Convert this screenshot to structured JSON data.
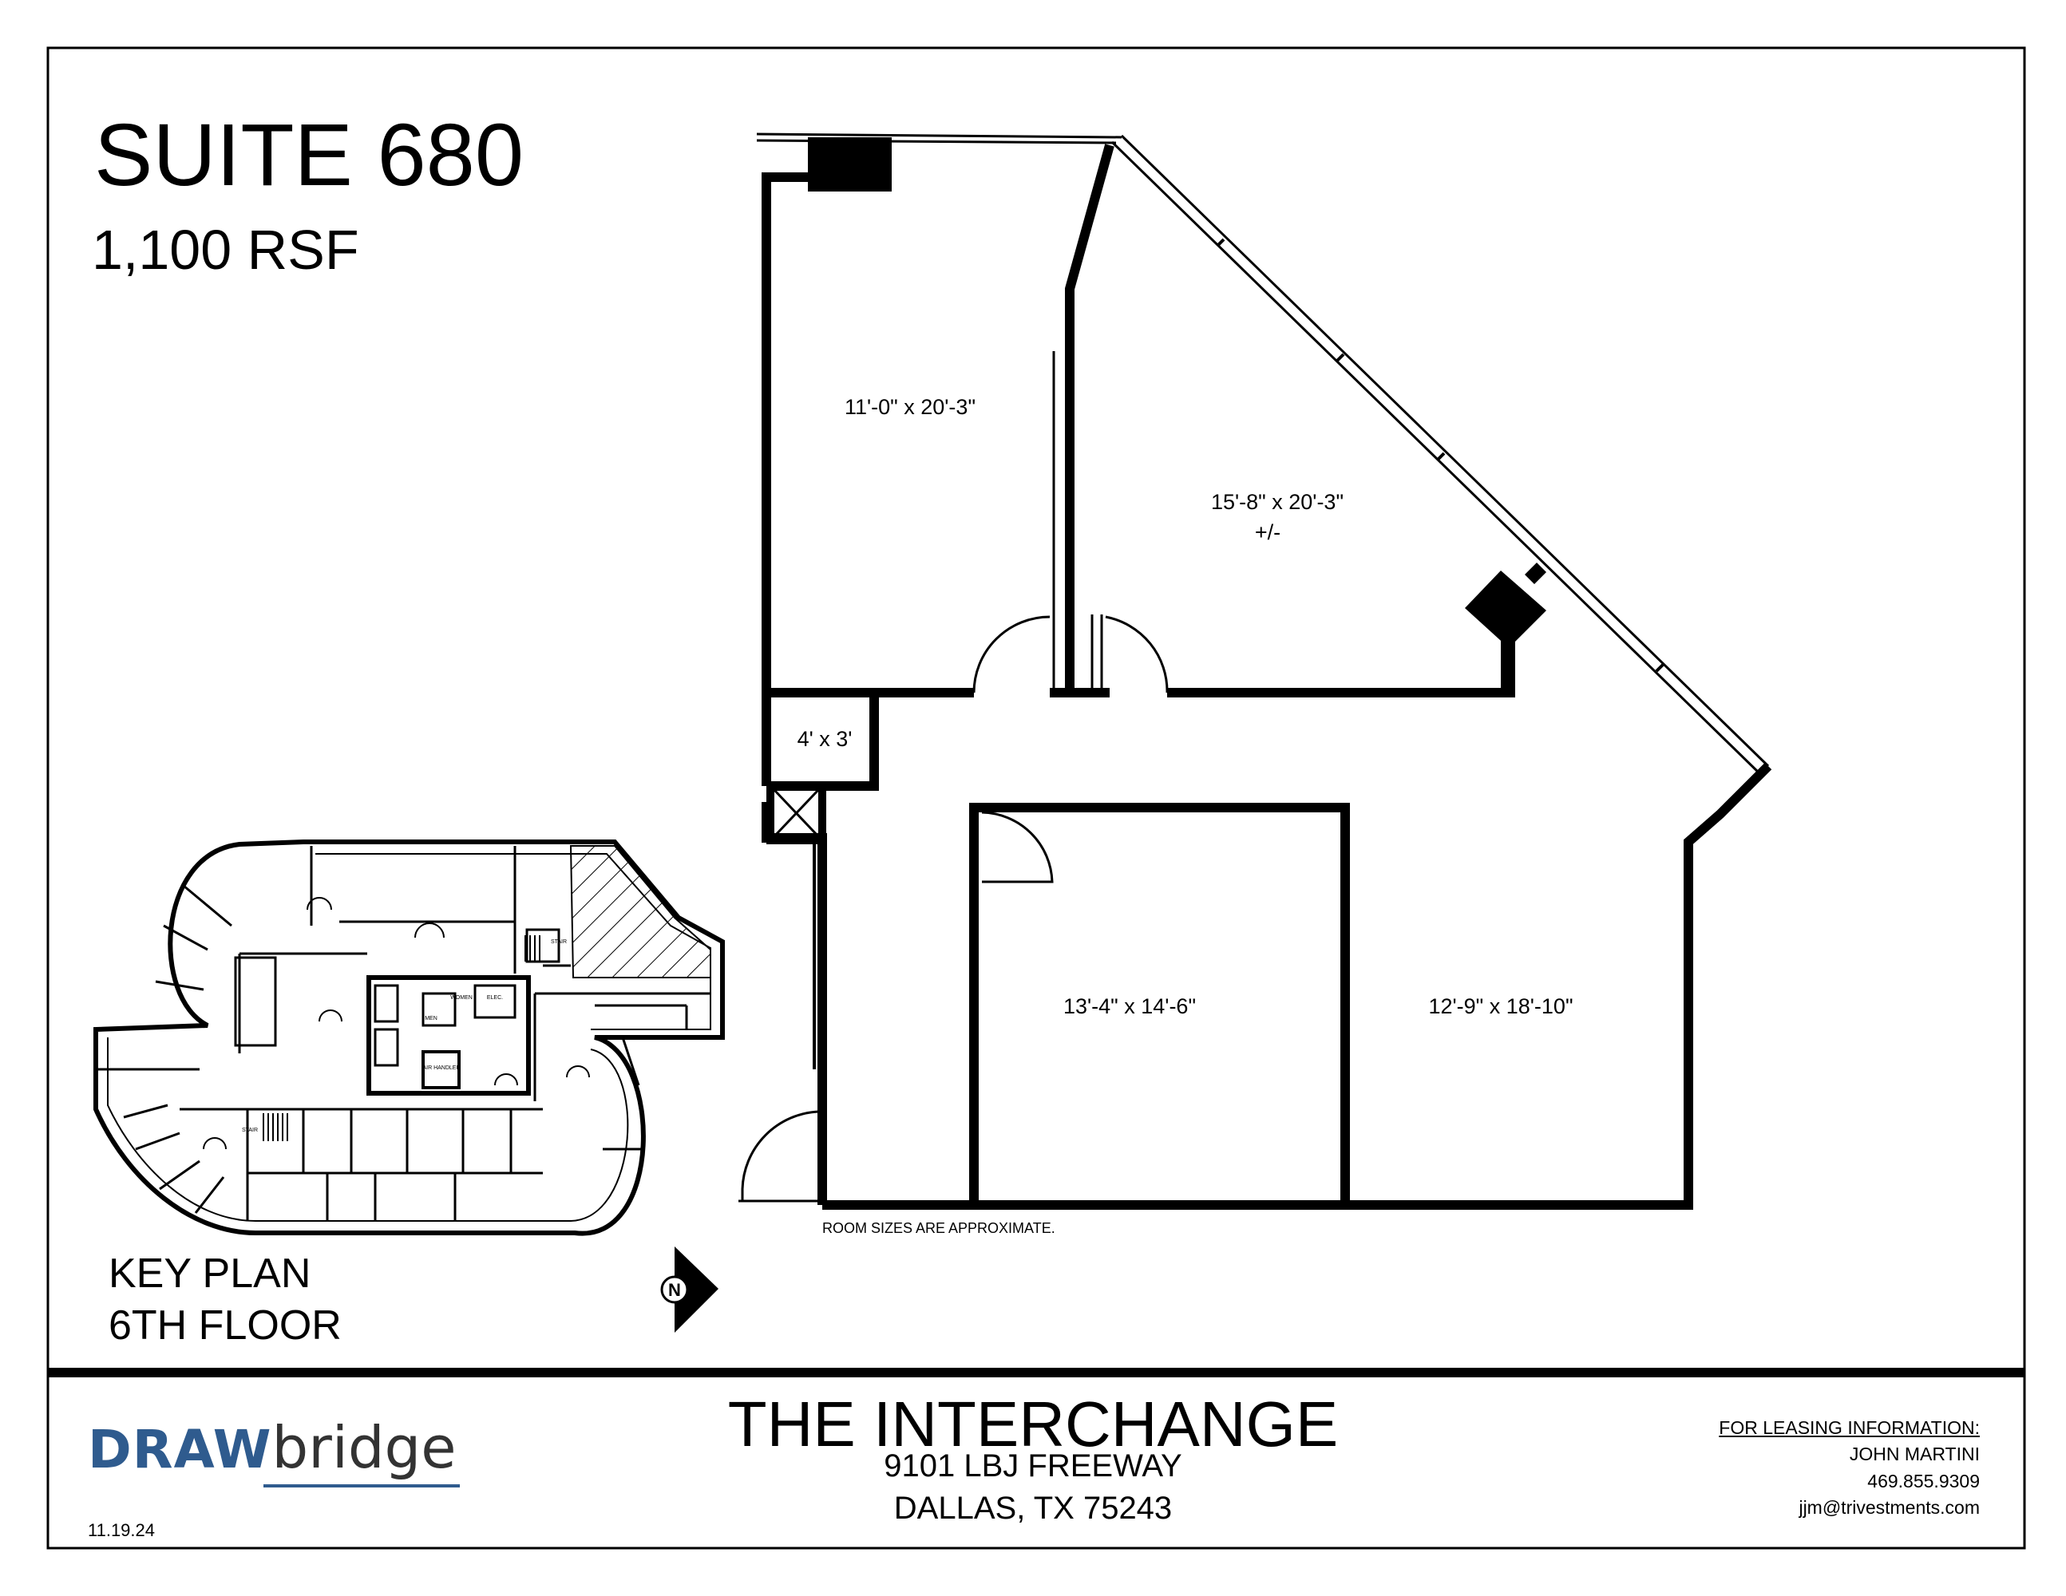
{
  "suite": {
    "title": "SUITE 680",
    "area": "1,100 RSF"
  },
  "rooms": [
    {
      "id": "room-a",
      "label": "11'-0\" x 20'-3\""
    },
    {
      "id": "room-b",
      "label": "15'-8\" x 20'-3\"",
      "note": "+/-"
    },
    {
      "id": "closet",
      "label": "4' x 3'"
    },
    {
      "id": "room-c",
      "label": "13'-4\" x 14'-6\""
    },
    {
      "id": "room-d",
      "label": "12'-9\" x 18'-10\""
    }
  ],
  "plan_note": "ROOM SIZES ARE APPROXIMATE.",
  "key_plan": {
    "line1": "KEY PLAN",
    "line2": "6TH FLOOR",
    "labels": [
      "STAIR",
      "STAIR",
      "AIR HANDLER",
      "WOMEN",
      "MEN",
      "ELEC."
    ]
  },
  "north_arrow": "N",
  "building": {
    "name": "THE INTERCHANGE",
    "address_line1": "9101 LBJ FREEWAY",
    "address_line2": "DALLAS, TX  75243"
  },
  "leasing": {
    "heading": "FOR LEASING INFORMATION:",
    "name": "JOHN MARTINI",
    "phone": "469.855.9309",
    "email": "jjm@trivestments.com"
  },
  "logo": {
    "part1": "DRAW",
    "part2": "bridge"
  },
  "date": "11.19.24",
  "colors": {
    "ink": "#000000",
    "logo_blue": "#2f5b8e",
    "logo_gray": "#333333"
  }
}
